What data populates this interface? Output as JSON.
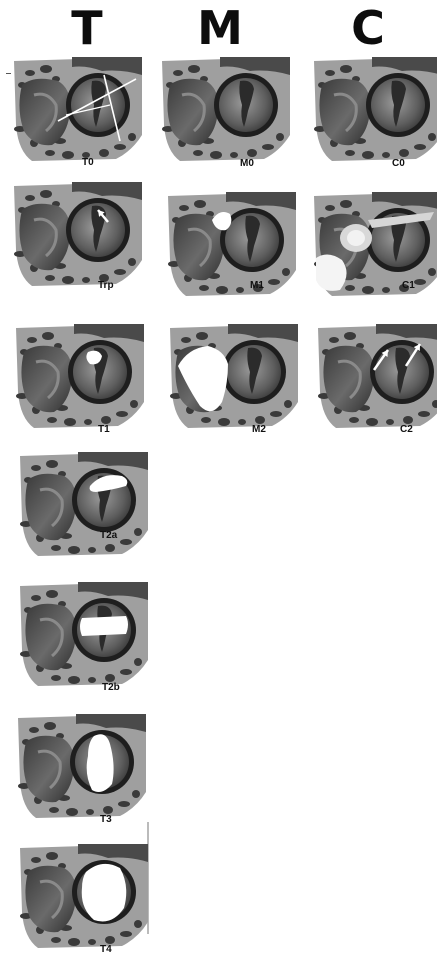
{
  "columns": [
    {
      "key": "T",
      "label": "T"
    },
    {
      "key": "M",
      "label": "M"
    },
    {
      "key": "C",
      "label": "C"
    }
  ],
  "panels": {
    "T0": "T0",
    "Trp": "Trp",
    "T1": "T1",
    "T2a": "T2a",
    "T2b": "T2b",
    "T3": "T3",
    "T4": "T4",
    "M0": "M0",
    "M1": "M1",
    "M2": "M2",
    "C0": "C0",
    "C1": "C1",
    "C2": "C2"
  }
}
